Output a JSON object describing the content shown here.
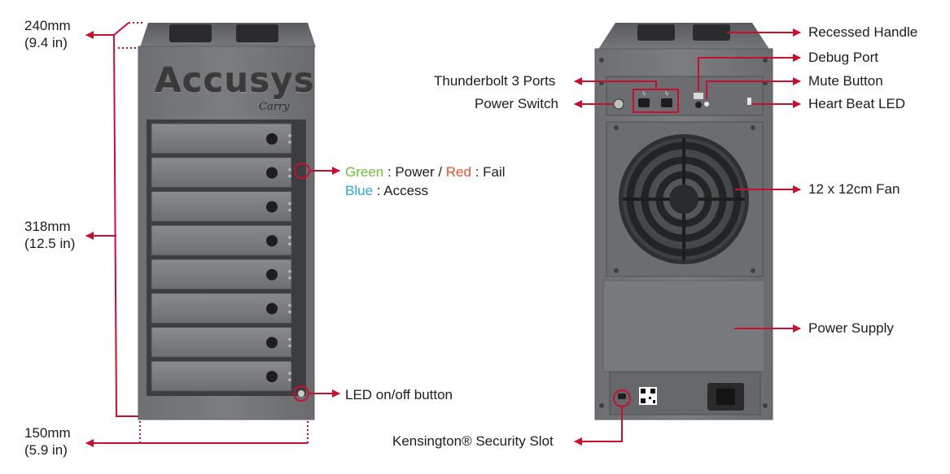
{
  "dimensions": {
    "depth_mm": "240mm",
    "depth_in": "(9.4 in)",
    "height_mm": "318mm",
    "height_in": "(12.5 in)",
    "width_mm": "150mm",
    "width_in": "(5.9 in)"
  },
  "front": {
    "brand": "Accusys",
    "model": "Carry",
    "bay_count": 8,
    "led_label_green": "Green",
    "led_label_power": " : Power / ",
    "led_label_red": "Red",
    "led_label_fail": " : Fail",
    "led_label_blue": "Blue",
    "led_label_access": " : Access",
    "led_button_label": "LED on/off button",
    "colors": {
      "green": "#6cbf3f",
      "red": "#e8502d",
      "blue": "#2ea6d6"
    }
  },
  "rear": {
    "recessed_handle": "Recessed Handle",
    "debug_port": "Debug Port",
    "thunderbolt_ports": "Thunderbolt 3 Ports",
    "mute_button": "Mute Button",
    "power_switch": "Power Switch",
    "heart_beat_led": "Heart Beat LED",
    "fan": "12 x 12cm Fan",
    "power_supply": "Power Supply",
    "kensington_slot": "Kensington® Security Slot"
  },
  "style": {
    "accent": "#c8102e",
    "chassis": "#76777a"
  }
}
